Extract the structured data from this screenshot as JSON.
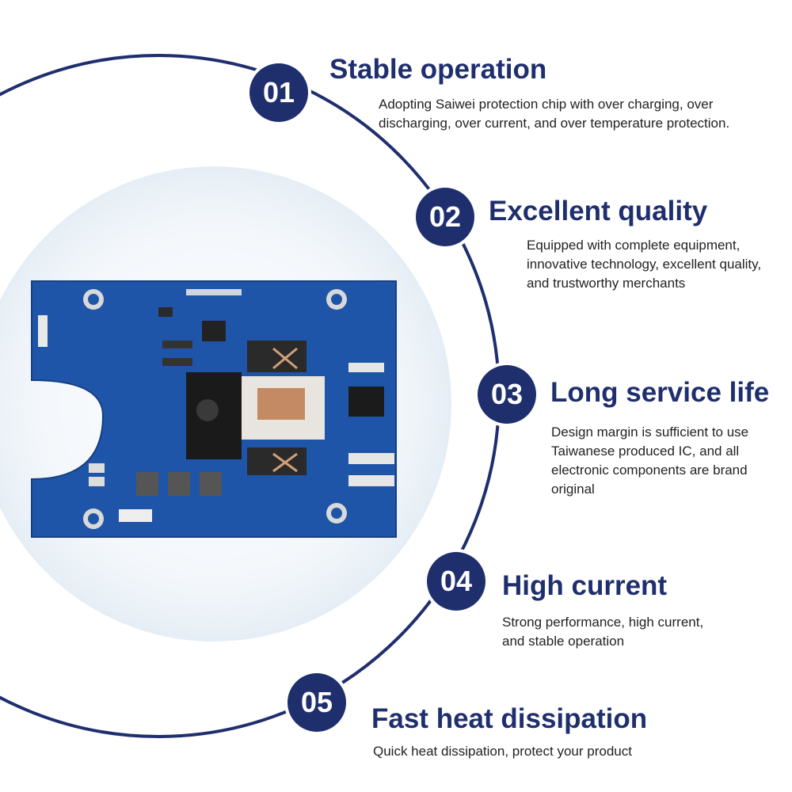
{
  "colors": {
    "accent": "#1f2f6e",
    "board": "#1f55a8",
    "text": "#222222"
  },
  "image": {
    "name": "battery-protection-board"
  },
  "features": [
    {
      "number": "01",
      "title": "Stable operation",
      "lines": [
        "Adopting Saiwei protection chip with over charging, over",
        "discharging, over current, and over temperature protection."
      ]
    },
    {
      "number": "02",
      "title": "Excellent quality",
      "lines": [
        "Equipped with complete equipment,",
        "innovative technology, excellent quality,",
        "and trustworthy merchants"
      ]
    },
    {
      "number": "03",
      "title": "Long service life",
      "lines": [
        "Design margin is sufficient to use",
        "Taiwanese produced IC, and all",
        "electronic components are brand",
        "original"
      ]
    },
    {
      "number": "04",
      "title": "High current",
      "lines": [
        "Strong performance, high current,",
        "and stable operation"
      ]
    },
    {
      "number": "05",
      "title": "Fast heat dissipation",
      "lines": [
        "Quick heat dissipation, protect your product"
      ]
    }
  ]
}
